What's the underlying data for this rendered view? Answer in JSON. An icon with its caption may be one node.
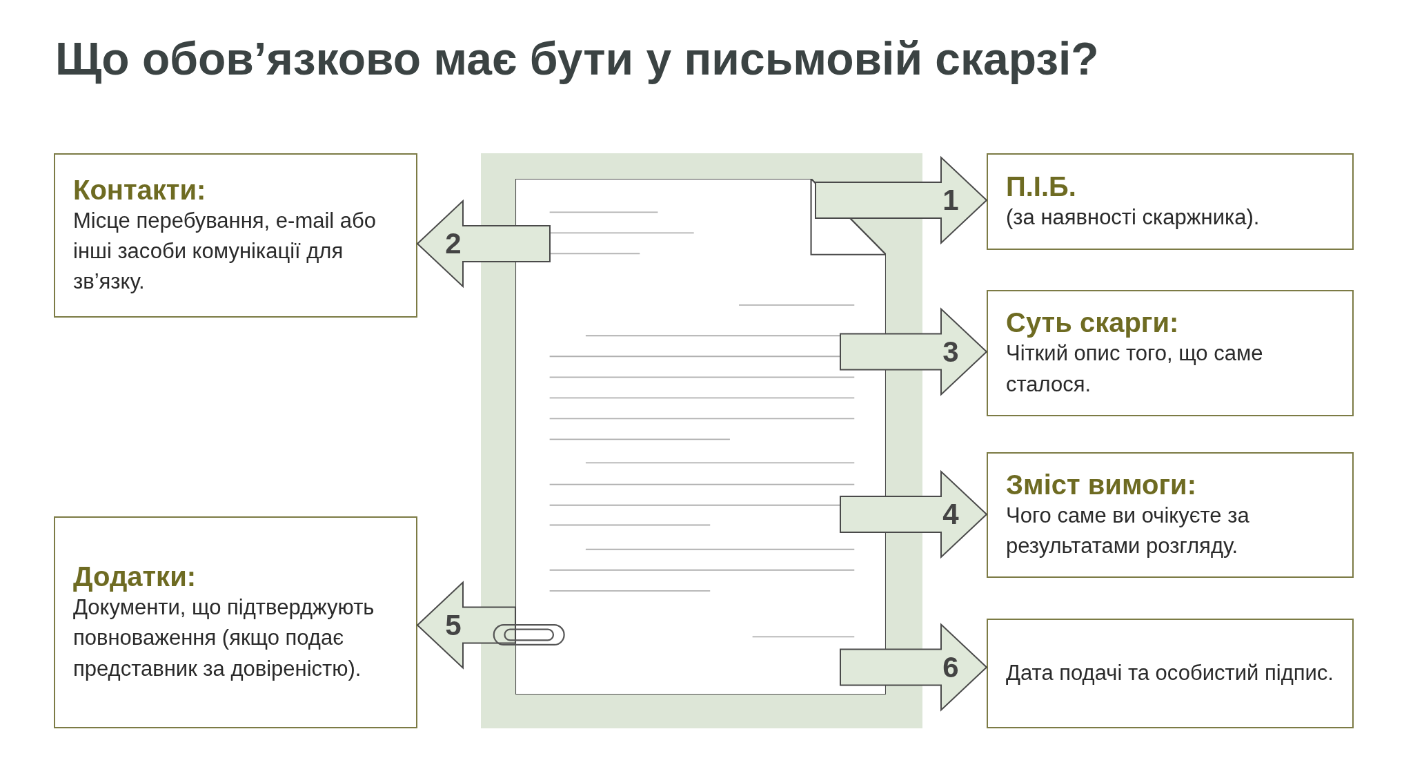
{
  "diagram": {
    "title": "Що обов’язково має бути у письмовій скарзі?",
    "nodes": [
      {
        "text": [],
        "shape": "picture"
      },
      {
        "text": [
          "П.І.Б.",
          "(за наявності скаржника)."
        ]
      },
      {
        "text": [
          "Контакти:",
          "Місце перебування, e-mail або інші засоби комунікації для зв’язку."
        ]
      },
      {
        "text": [
          "Суть скарги:",
          "Чіткий опис того, що саме сталося."
        ]
      },
      {
        "text": [
          "Зміст вимоги:",
          "Чого саме ви очікуєте за результатами розгляду."
        ]
      },
      {
        "text": [
          "Додатки:",
          "Документи, що підтверджують повноваження (якщо подає представник за довіреністю)."
        ]
      },
      {
        "text": [
          "Дата подачі та особистий підпис."
        ]
      }
    ],
    "edges": [
      {
        "from": 0,
        "to": 1,
        "arrow": "to",
        "label": "1"
      },
      {
        "from": 0,
        "to": 2,
        "arrow": "to",
        "label": "2"
      },
      {
        "from": 0,
        "to": 3,
        "arrow": "to",
        "label": "3"
      },
      {
        "from": 0,
        "to": 4,
        "arrow": "to",
        "label": "4"
      },
      {
        "from": 0,
        "to": 5,
        "arrow": "to",
        "label": "5"
      },
      {
        "from": 0,
        "to": 6,
        "arrow": "to",
        "label": "6"
      }
    ]
  }
}
